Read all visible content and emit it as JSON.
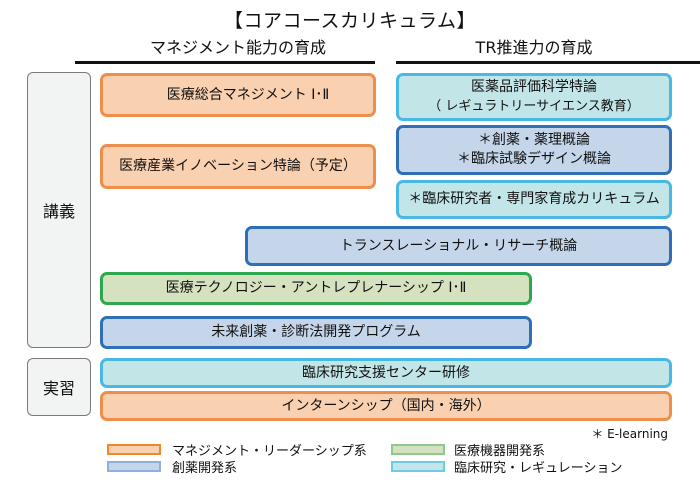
{
  "title": "【コアコースカリキュラム】",
  "columns": {
    "left": "マネジメント能力の育成",
    "right": "TR推進力の育成"
  },
  "row_labels": {
    "lecture": "講義",
    "practicum": "実習"
  },
  "courses": {
    "general_management": {
      "line1": "医療総合マネジメント Ⅰ･Ⅱ",
      "category": "management"
    },
    "industry_innovation": {
      "line1": "医療産業イノベーション特論（予定）",
      "category": "management"
    },
    "pharma_evaluation": {
      "line1": "医薬品評価科学特論",
      "line2": "（ レギュラトリーサイエンス教育）",
      "category": "clinical_regulation"
    },
    "drug_discovery": {
      "line1": "＊創薬・薬理概論",
      "line2": "＊臨床試験デザイン概論",
      "category": "drug_development"
    },
    "clinical_researcher": {
      "line1": "＊臨床研究者・専門家育成カリキュラム",
      "category": "clinical_regulation"
    },
    "translational": {
      "line1": "トランスレーショナル・リサーチ概論",
      "category": "drug_development"
    },
    "med_tech": {
      "line1": "医療テクノロジー・アントレプレナーシップ Ⅰ･Ⅱ",
      "category": "medical_device"
    },
    "future_drug": {
      "line1": "未来創薬・診断法開発プログラム",
      "category": "drug_development"
    },
    "clinical_center": {
      "line1": "臨床研究支援センター研修",
      "category": "clinical_regulation"
    },
    "internship": {
      "line1": "インターンシップ（国内・海外）",
      "category": "management"
    }
  },
  "note": "＊ E-learning",
  "legend": [
    {
      "key": "management",
      "label": "マネジメント・リーダーシップ系",
      "fill": "#f9d0b0",
      "border": "#f08a28"
    },
    {
      "key": "medical_device",
      "label": "医療機器開発系",
      "fill": "#d5e2c0",
      "border": "#8fc98f"
    },
    {
      "key": "drug_development",
      "label": "創薬開発系",
      "fill": "#c5d5ea",
      "border": "#8fb0dc"
    },
    {
      "key": "clinical_regulation",
      "label": "臨床研究・レギュレーション",
      "fill": "#c2e5e7",
      "border": "#6ecbe6"
    }
  ]
}
